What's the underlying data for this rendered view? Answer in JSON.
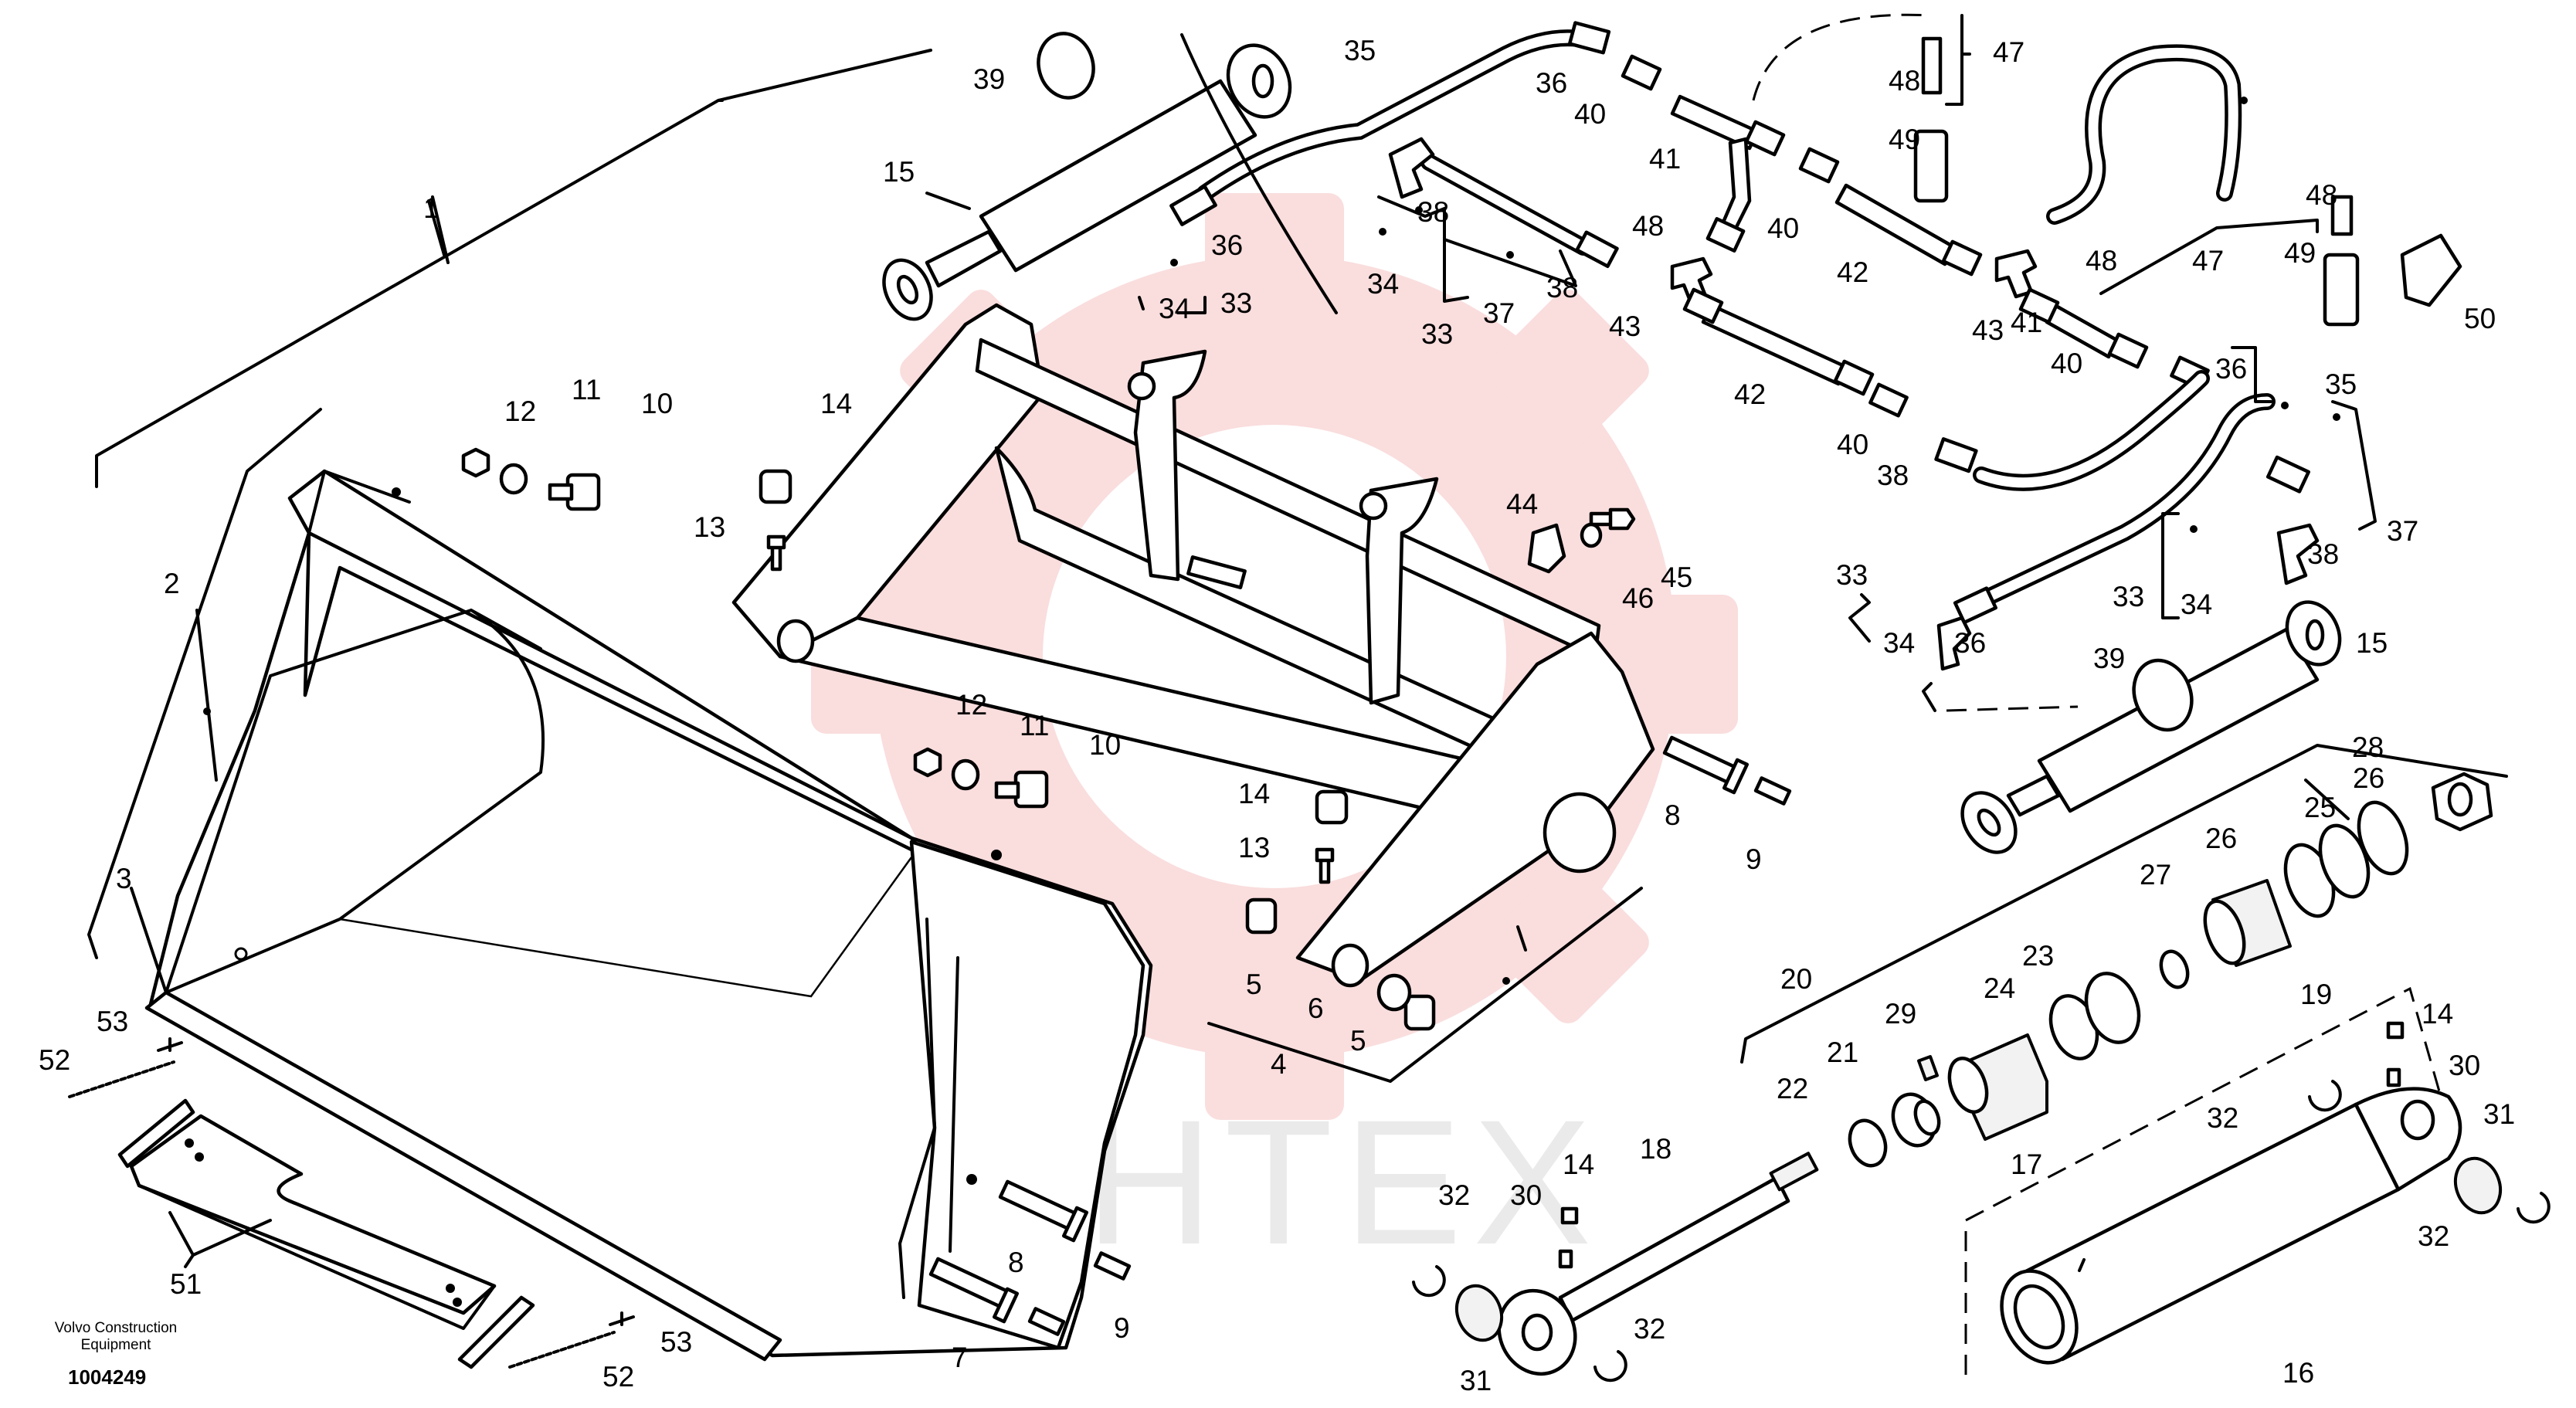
{
  "diagram": {
    "brand_text": "Volvo Construction\nEquipment",
    "brand_line1": "Volvo Construction",
    "brand_line2": "Equipment",
    "drawing_number": "1004249",
    "watermark_text": "ИНТЕХ",
    "watermark_color": "#f6c2c2",
    "line_color": "#000000"
  },
  "callouts": [
    {
      "id": "c1",
      "label": "1"
    },
    {
      "id": "c2",
      "label": "2"
    },
    {
      "id": "c3",
      "label": "3"
    },
    {
      "id": "c4",
      "label": "4"
    },
    {
      "id": "c5a",
      "label": "5"
    },
    {
      "id": "c5b",
      "label": "5"
    },
    {
      "id": "c6",
      "label": "6"
    },
    {
      "id": "c7",
      "label": "7"
    },
    {
      "id": "c8a",
      "label": "8"
    },
    {
      "id": "c8b",
      "label": "8"
    },
    {
      "id": "c9a",
      "label": "9"
    },
    {
      "id": "c9b",
      "label": "9"
    },
    {
      "id": "c10a",
      "label": "10"
    },
    {
      "id": "c10b",
      "label": "10"
    },
    {
      "id": "c11a",
      "label": "11"
    },
    {
      "id": "c11b",
      "label": "11"
    },
    {
      "id": "c12a",
      "label": "12"
    },
    {
      "id": "c12b",
      "label": "12"
    },
    {
      "id": "c13a",
      "label": "13"
    },
    {
      "id": "c13b",
      "label": "13"
    },
    {
      "id": "c14a",
      "label": "14"
    },
    {
      "id": "c14b",
      "label": "14"
    },
    {
      "id": "c14c",
      "label": "14"
    },
    {
      "id": "c14d",
      "label": "14"
    },
    {
      "id": "c15a",
      "label": "15"
    },
    {
      "id": "c15b",
      "label": "15"
    },
    {
      "id": "c16",
      "label": "16"
    },
    {
      "id": "c17",
      "label": "17"
    },
    {
      "id": "c18",
      "label": "18"
    },
    {
      "id": "c19",
      "label": "19"
    },
    {
      "id": "c20",
      "label": "20"
    },
    {
      "id": "c21",
      "label": "21"
    },
    {
      "id": "c22",
      "label": "22"
    },
    {
      "id": "c23",
      "label": "23"
    },
    {
      "id": "c24",
      "label": "24"
    },
    {
      "id": "c25",
      "label": "25"
    },
    {
      "id": "c26a",
      "label": "26"
    },
    {
      "id": "c26b",
      "label": "26"
    },
    {
      "id": "c27",
      "label": "27"
    },
    {
      "id": "c28",
      "label": "28"
    },
    {
      "id": "c29",
      "label": "29"
    },
    {
      "id": "c30a",
      "label": "30"
    },
    {
      "id": "c30b",
      "label": "30"
    },
    {
      "id": "c31a",
      "label": "31"
    },
    {
      "id": "c31b",
      "label": "31"
    },
    {
      "id": "c32a",
      "label": "32"
    },
    {
      "id": "c32b",
      "label": "32"
    },
    {
      "id": "c32c",
      "label": "32"
    },
    {
      "id": "c32d",
      "label": "32"
    },
    {
      "id": "c33a",
      "label": "33"
    },
    {
      "id": "c33b",
      "label": "33"
    },
    {
      "id": "c33c",
      "label": "33"
    },
    {
      "id": "c33d",
      "label": "33"
    },
    {
      "id": "c34a",
      "label": "34"
    },
    {
      "id": "c34b",
      "label": "34"
    },
    {
      "id": "c34c",
      "label": "34"
    },
    {
      "id": "c34d",
      "label": "34"
    },
    {
      "id": "c35a",
      "label": "35"
    },
    {
      "id": "c35b",
      "label": "35"
    },
    {
      "id": "c36a",
      "label": "36"
    },
    {
      "id": "c36b",
      "label": "36"
    },
    {
      "id": "c36c",
      "label": "36"
    },
    {
      "id": "c36d",
      "label": "36"
    },
    {
      "id": "c37a",
      "label": "37"
    },
    {
      "id": "c37b",
      "label": "37"
    },
    {
      "id": "c38a",
      "label": "38"
    },
    {
      "id": "c38b",
      "label": "38"
    },
    {
      "id": "c38c",
      "label": "38"
    },
    {
      "id": "c38d",
      "label": "38"
    },
    {
      "id": "c39a",
      "label": "39"
    },
    {
      "id": "c39b",
      "label": "39"
    },
    {
      "id": "c40a",
      "label": "40"
    },
    {
      "id": "c40b",
      "label": "40"
    },
    {
      "id": "c40c",
      "label": "40"
    },
    {
      "id": "c40d",
      "label": "40"
    },
    {
      "id": "c41a",
      "label": "41"
    },
    {
      "id": "c41b",
      "label": "41"
    },
    {
      "id": "c42a",
      "label": "42"
    },
    {
      "id": "c42b",
      "label": "42"
    },
    {
      "id": "c43a",
      "label": "43"
    },
    {
      "id": "c43b",
      "label": "43"
    },
    {
      "id": "c44",
      "label": "44"
    },
    {
      "id": "c45",
      "label": "45"
    },
    {
      "id": "c46",
      "label": "46"
    },
    {
      "id": "c47a",
      "label": "47"
    },
    {
      "id": "c47b",
      "label": "47"
    },
    {
      "id": "c48a",
      "label": "48"
    },
    {
      "id": "c48b",
      "label": "48"
    },
    {
      "id": "c48c",
      "label": "48"
    },
    {
      "id": "c48d",
      "label": "48"
    },
    {
      "id": "c49a",
      "label": "49"
    },
    {
      "id": "c49b",
      "label": "49"
    },
    {
      "id": "c50",
      "label": "50"
    },
    {
      "id": "c51",
      "label": "51"
    },
    {
      "id": "c52a",
      "label": "52"
    },
    {
      "id": "c52b",
      "label": "52"
    },
    {
      "id": "c53a",
      "label": "53"
    },
    {
      "id": "c53b",
      "label": "53"
    }
  ]
}
